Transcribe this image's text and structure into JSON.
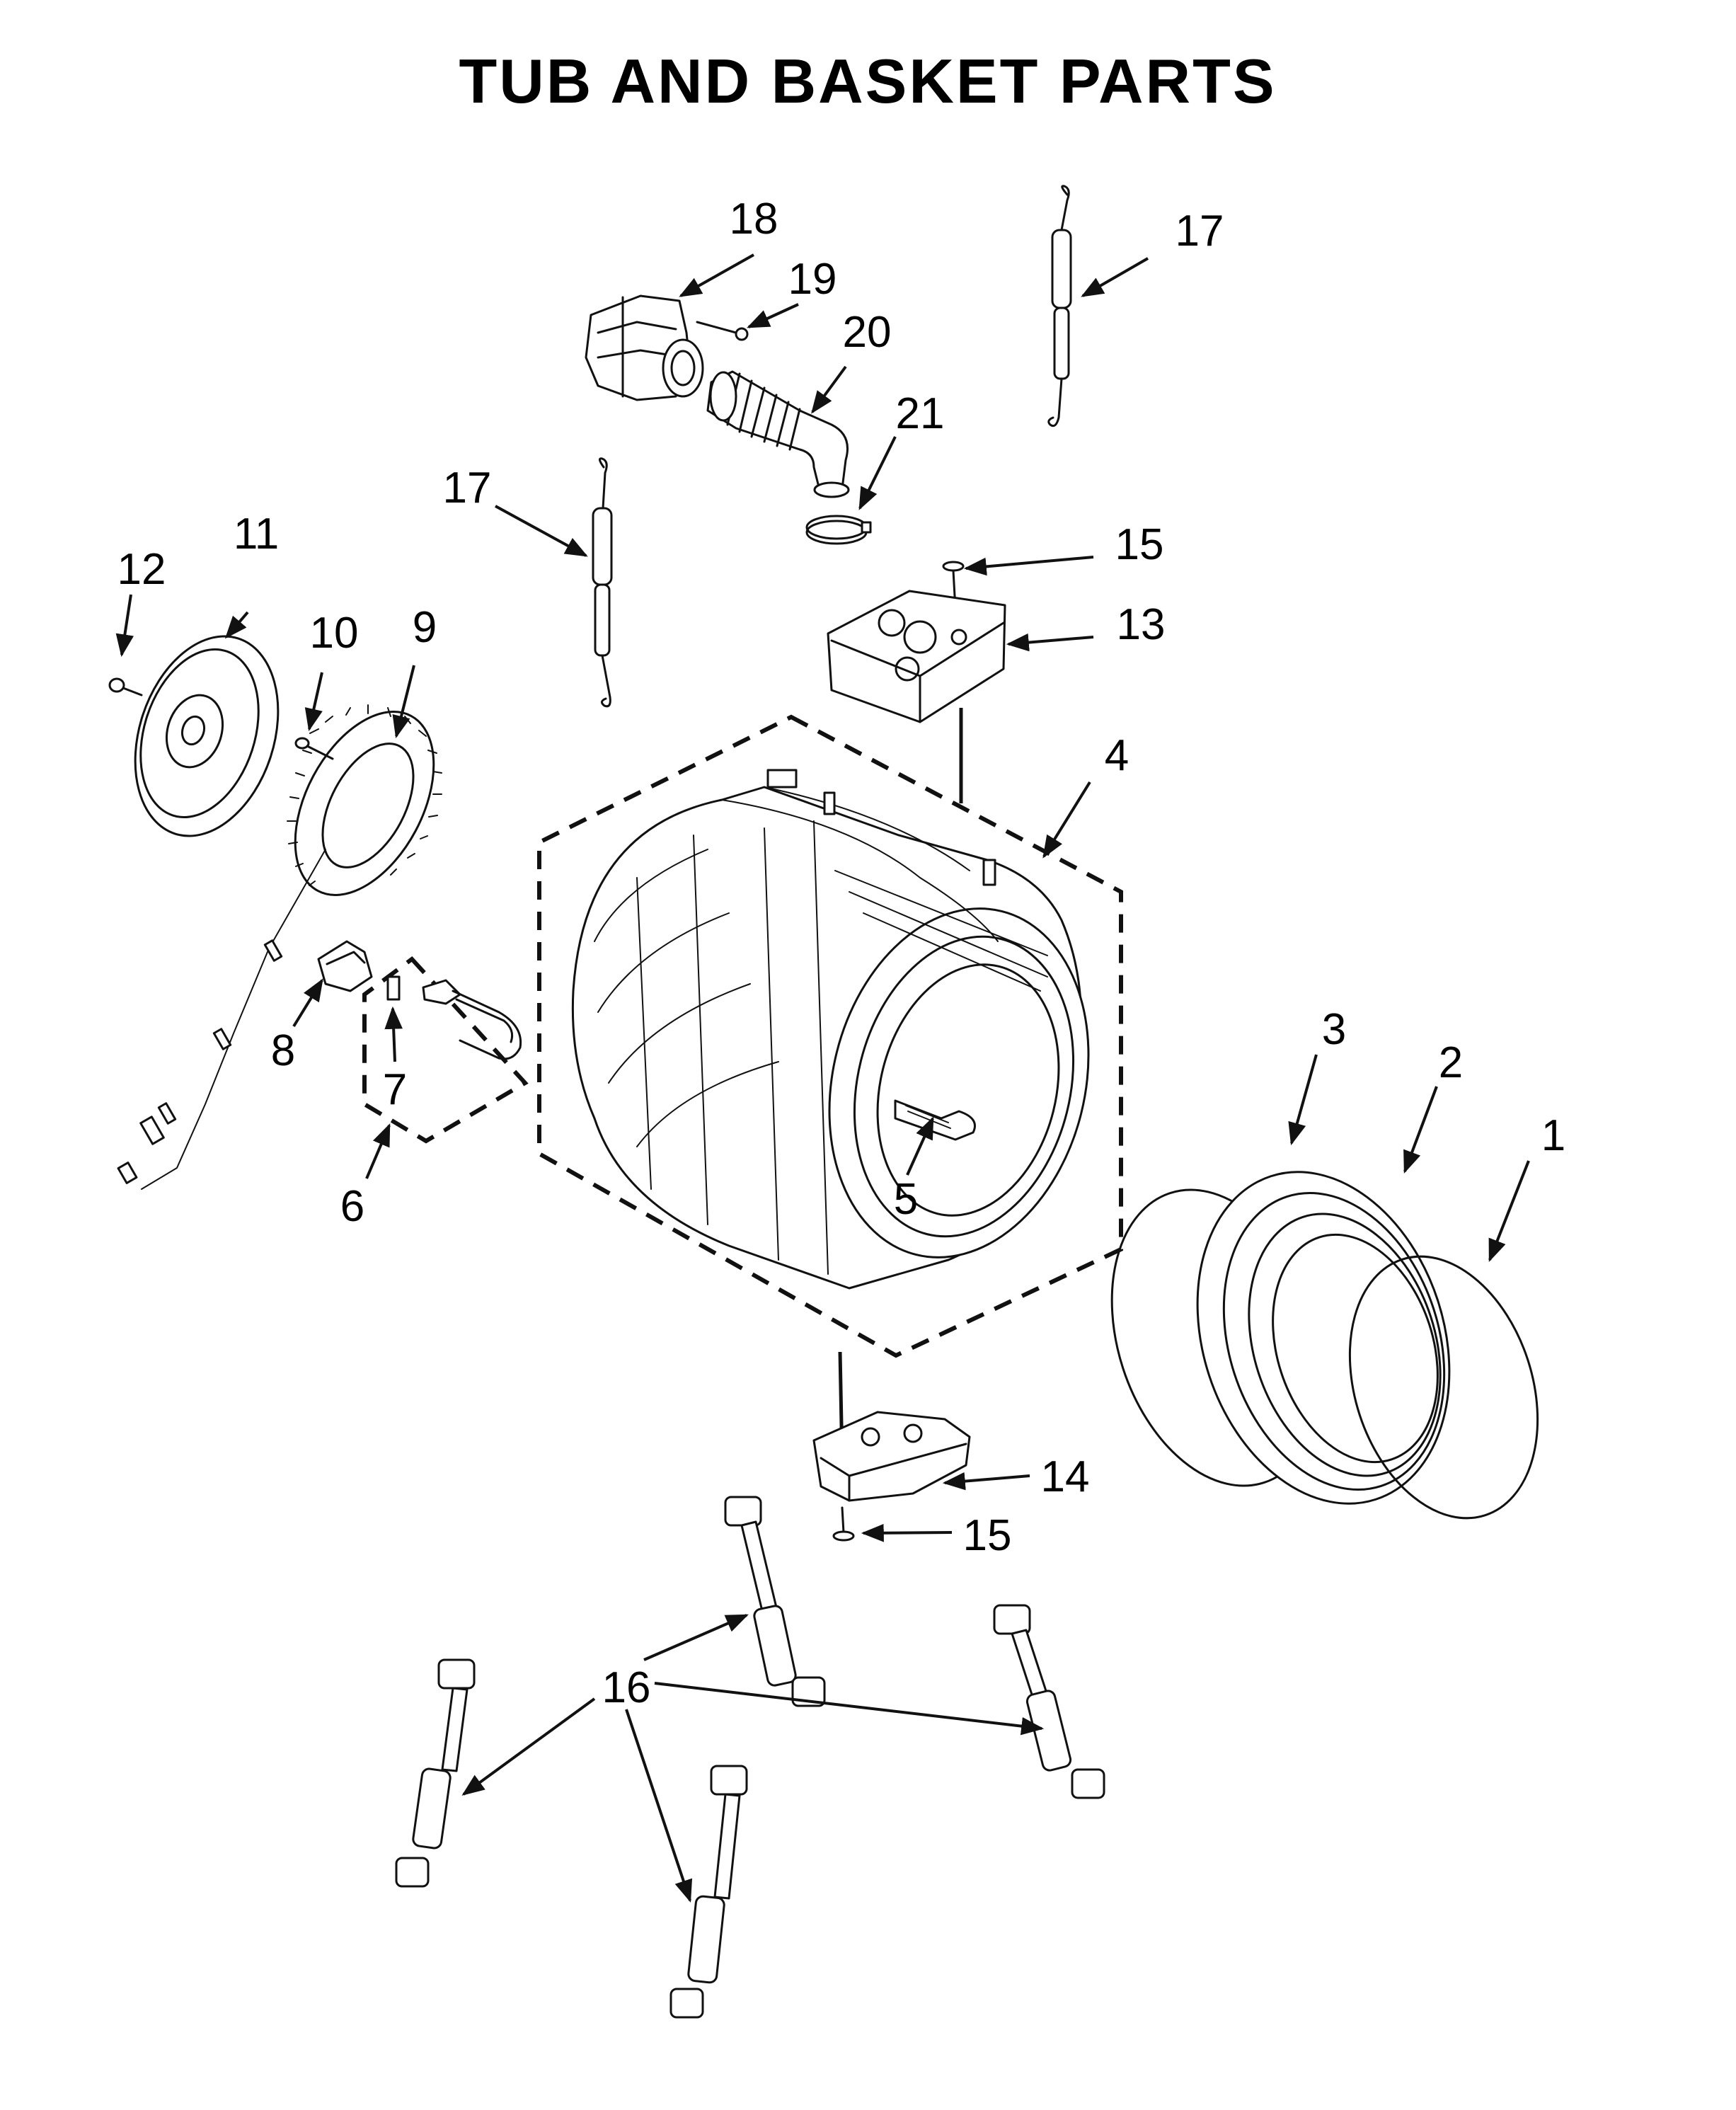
{
  "title": "TUB AND BASKET PARTS",
  "callouts": {
    "c1": "1",
    "c2": "2",
    "c3": "3",
    "c4": "4",
    "c5": "5",
    "c6": "6",
    "c7": "7",
    "c8": "8",
    "c9": "9",
    "c10": "10",
    "c11": "11",
    "c12": "12",
    "c13": "13",
    "c14": "14",
    "c15a": "15",
    "c15b": "15",
    "c16": "16",
    "c17a": "17",
    "c17b": "17",
    "c18": "18",
    "c19": "19",
    "c20": "20",
    "c21": "21"
  }
}
